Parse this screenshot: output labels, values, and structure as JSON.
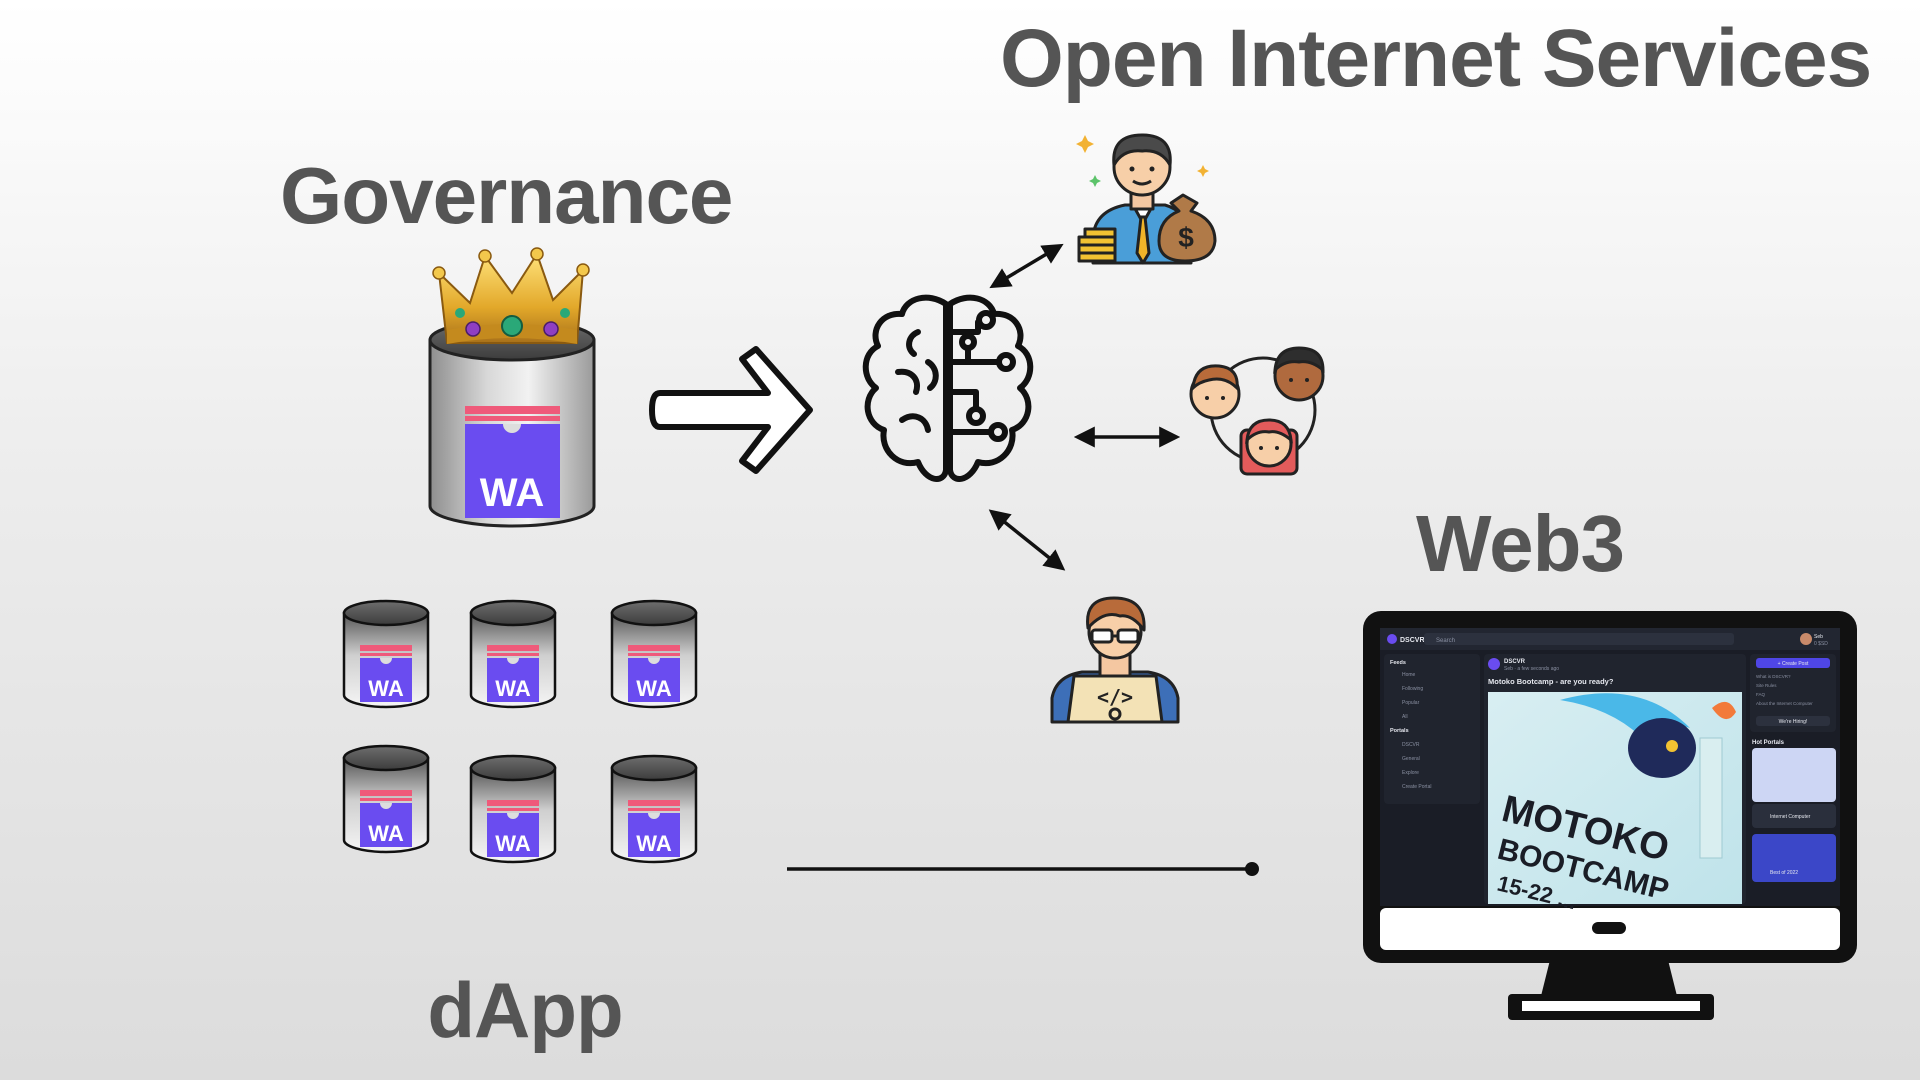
{
  "titles": {
    "open_internet_services": "Open Internet Services",
    "governance": "Governance",
    "web3": "Web3",
    "dapp": "dApp"
  },
  "canister_label": "WA",
  "small_canister_count": 6,
  "icons": {
    "crown": "crown-icon",
    "brain": "brain-circuit-icon",
    "investor": "businessman-money-bag-icon",
    "community": "people-circle-icon",
    "developer": "developer-laptop-icon",
    "monitor": "desktop-monitor-icon"
  },
  "monitor_screen": {
    "app_name": "DSCVR",
    "search_placeholder": "Search",
    "nav_heading_feeds": "Feeds",
    "nav_feeds": [
      "Home",
      "Following",
      "Popular",
      "All"
    ],
    "nav_heading_portals": "Portals",
    "nav_portals": [
      "DSCVR",
      "General",
      "Explore",
      "Create Portal"
    ],
    "post_author": "DSCVR",
    "post_meta": "Seb · a few seconds ago",
    "post_title": "Motoko Bootcamp - are you ready?",
    "poster_line1": "MOTOKO",
    "poster_line2": "BOOTCAMP",
    "poster_line3": "15-22 ...",
    "create_post_label": "+ Create Post",
    "right_links": [
      "What is DSCVR?",
      "Site Rules",
      "FAQ",
      "About the Internet Computer"
    ],
    "hiring_label": "We're Hiring!",
    "hot_portals_heading": "Hot Portals",
    "hot_portals": [
      "Internet Computer",
      "Best of 2022"
    ],
    "user_label": "Seb",
    "balance_label": "0 $SD"
  },
  "colors": {
    "title_gray": "#555555",
    "canister_purple": "#6a4cf0",
    "canister_stripe": "#ef5a7a",
    "screen_dark": "#1a1d26",
    "accent_blue": "#4f46e5"
  }
}
